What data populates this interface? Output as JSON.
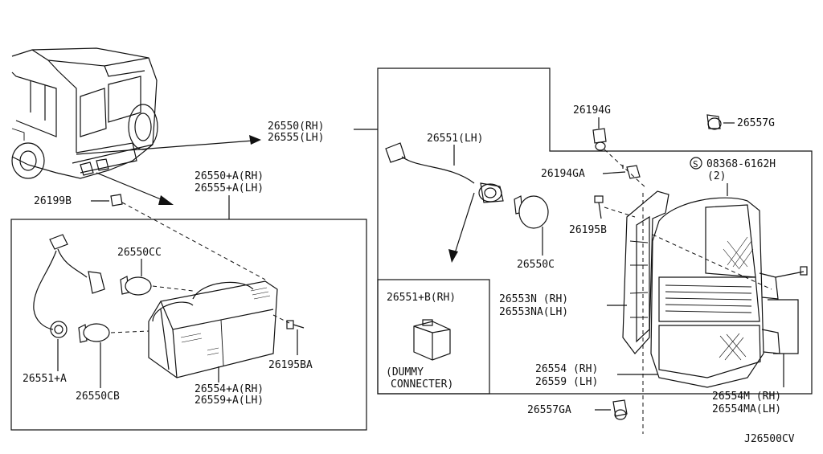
{
  "labels": {
    "p26550_rh": "26550(RH)",
    "p26555_lh": "26555(LH)",
    "p26199b": "26199B",
    "p26550a_rh": "26550+A(RH)",
    "p26555a_lh": "26555+A(LH)",
    "p26550cc": "26550CC",
    "p26195ba": "26195BA",
    "p26551a": "26551+A",
    "p26550cb": "26550CB",
    "p26554a_rh": "26554+A(RH)",
    "p26559a_lh": "26559+A(LH)",
    "p26551_lh": "26551(LH)",
    "p26550c": "26550C",
    "p26551b_rh": "26551+B(RH)",
    "dummy_1": "(DUMMY",
    "dummy_2": "CONNECTER)",
    "p26194g": "26194G",
    "p26194ga": "26194GA",
    "p26195b": "26195B",
    "p26557g": "26557G",
    "screw_part": "08368-6162H",
    "screw_symbol": "S",
    "screw_qty": "(2)",
    "p26553n": "26553N  (RH)",
    "p26553na": "26553NA(LH)",
    "p26554_rh": "26554 (RH)",
    "p26559_lh": "26559 (LH)",
    "p26554m": "26554M  (RH)",
    "p26554ma": "26554MA(LH)",
    "p26557ga": "26557GA",
    "diagram_id": "J26500CV"
  }
}
